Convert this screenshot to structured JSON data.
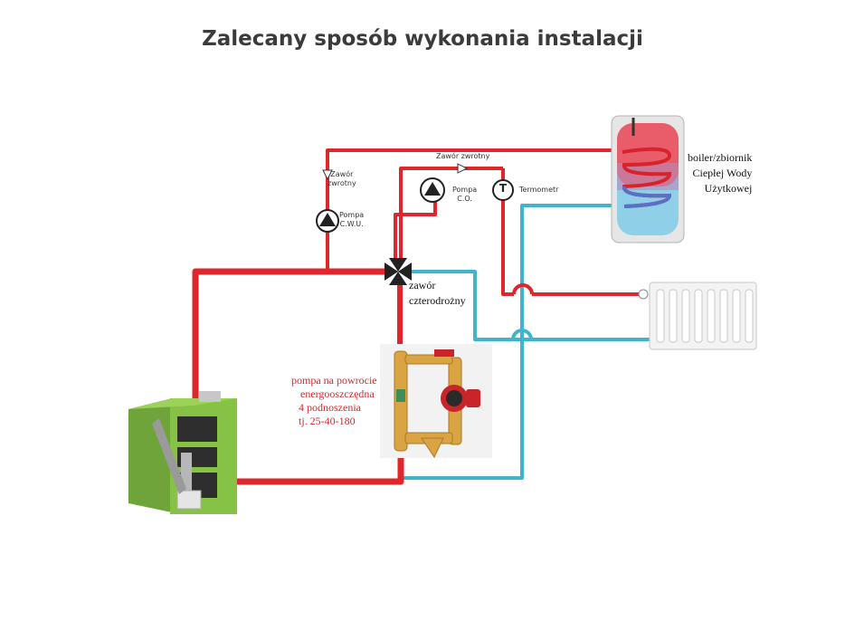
{
  "title": "Zalecany sposób wykonania instalacji",
  "labels": {
    "check_valve_cwu": [
      "Zawór",
      "zwrotny"
    ],
    "check_valve_co": "Zawór zwrotny",
    "pump_cwu": [
      "Pompa",
      "C.W.U."
    ],
    "pump_co": [
      "Pompa",
      "C.O."
    ],
    "thermometer": "Termometr",
    "thermometer_glyph": "T",
    "four_way_valve": [
      "zawór",
      "czterodrożny"
    ],
    "boiler": [
      "boiler/zbiornik",
      "Ciepłej Wody",
      "Użytkowej"
    ],
    "return_pump": [
      "pompa na powrocie",
      "energooszczędna",
      "4 podnoszenia",
      "tj. 25-40-180"
    ]
  },
  "colors": {
    "hot_pipe": "#e0262a",
    "cold_pipe": "#3fb5cc",
    "boiler_body": "#7dc142",
    "brass": "#d9a441",
    "pump_red": "#c8242a",
    "label_red": "#d8262b"
  },
  "icons": [
    "pump-icon",
    "check-valve-icon",
    "thermometer-icon",
    "four-way-valve-icon",
    "radiator-icon",
    "hot-water-tank-icon",
    "solid-fuel-boiler-icon",
    "pump-group-icon"
  ]
}
